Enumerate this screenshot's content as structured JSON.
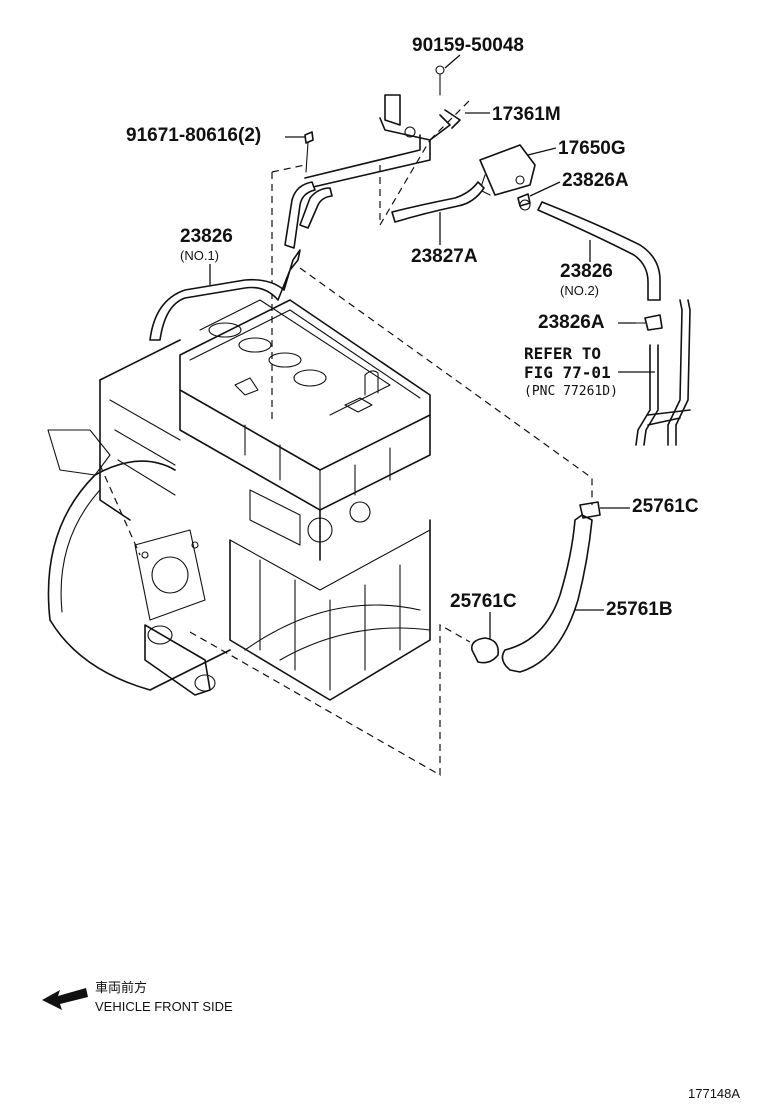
{
  "labels": {
    "p90159": "90159-50048",
    "p91671": "91671-80616(2)",
    "p17361m": "17361M",
    "p17650g": "17650G",
    "p23826a_1": "23826A",
    "p23826_no1": "23826",
    "p23826_no1_sub": "(NO.1)",
    "p23827a": "23827A",
    "p23826_no2": "23826",
    "p23826_no2_sub": "(NO.2)",
    "p23826a_2": "23826A",
    "p25761c_1": "25761C",
    "p25761c_2": "25761C",
    "p25761b": "25761B"
  },
  "refer": {
    "line1": "REFER TO",
    "line2": "FIG 77-01",
    "line3": "(PNC 77261D)"
  },
  "legend": {
    "japanese": "車両前方",
    "english": "VEHICLE FRONT SIDE"
  },
  "figure_id": "177148A",
  "icons": {
    "front_arrow": "arrow-left-icon"
  }
}
